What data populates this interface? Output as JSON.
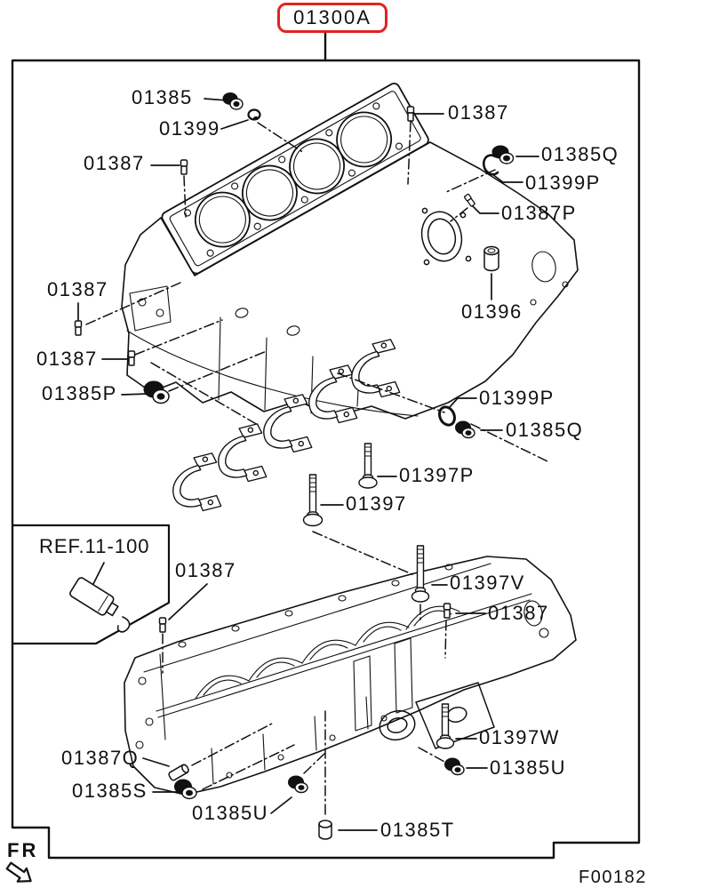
{
  "colors": {
    "line": "#111111",
    "callout_border": "#df241f",
    "background": "#ffffff"
  },
  "assembly": {
    "code": "01300A"
  },
  "figure_code": "F00182",
  "front_marker": "FR",
  "ref_note": "REF.11-100",
  "callouts": [
    {
      "label": "01385"
    },
    {
      "label": "01399"
    },
    {
      "label": "01387"
    },
    {
      "label": "01387"
    },
    {
      "label": "01385Q"
    },
    {
      "label": "01399P"
    },
    {
      "label": "01387P"
    },
    {
      "label": "01387"
    },
    {
      "label": "01387"
    },
    {
      "label": "01385P"
    },
    {
      "label": "01396"
    },
    {
      "label": "01399P"
    },
    {
      "label": "01385Q"
    },
    {
      "label": "01397P"
    },
    {
      "label": "01397"
    },
    {
      "label": "01387"
    },
    {
      "label": "01397V"
    },
    {
      "label": "01387"
    },
    {
      "label": "01397W"
    },
    {
      "label": "01385U"
    },
    {
      "label": "01387Q"
    },
    {
      "label": "01385S"
    },
    {
      "label": "01385U"
    },
    {
      "label": "01385T"
    }
  ]
}
